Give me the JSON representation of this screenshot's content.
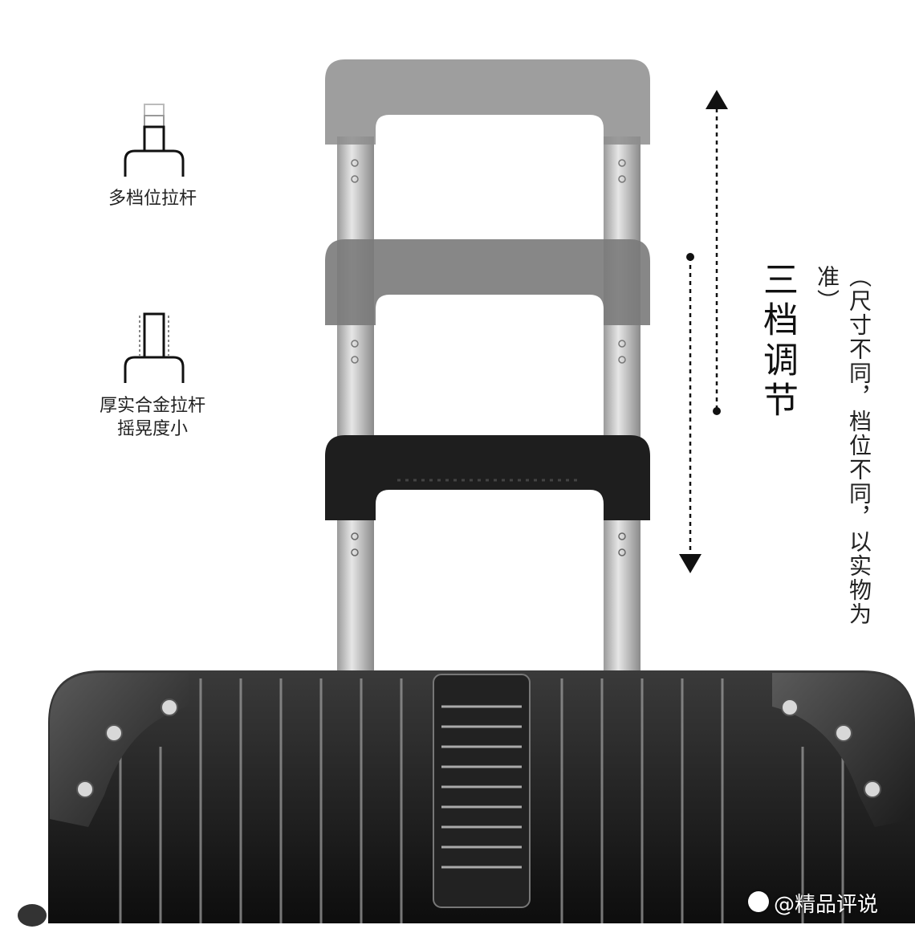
{
  "labels": {
    "multi_position": "多档位拉杆",
    "alloy_line1": "厚实合金拉杆",
    "alloy_line2": "摇晃度小"
  },
  "right": {
    "title": "三档调节",
    "note": "（尺寸不同，档位不同，以实物为准）"
  },
  "watermark": "@精品评说",
  "icons": {
    "thin_rod": "telescoping-handle-icon",
    "thick_rod": "alloy-handle-icon",
    "arrow_up": "arrow-up-icon",
    "arrow_down": "arrow-down-icon",
    "paw": "paw-icon"
  },
  "colors": {
    "handle_top": "#8d8d8d",
    "handle_mid": "#7a7a7a",
    "handle_bottom": "#1e1e1e",
    "suitcase": "#1a1a1a",
    "rod": "#c8c8c8"
  }
}
